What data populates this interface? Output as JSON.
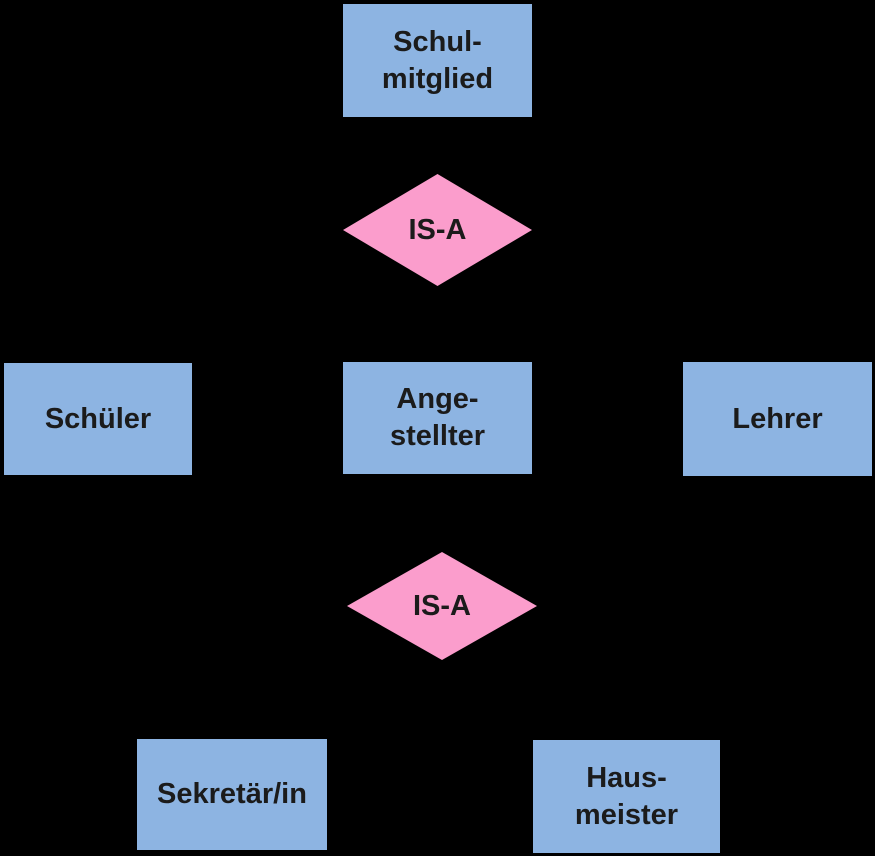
{
  "colors": {
    "background": "#000000",
    "entity_fill": "#8DB4E2",
    "relationship_fill": "#FB9DCC",
    "text": "#1B1B1B"
  },
  "nodes": {
    "schulmitglied": {
      "type": "entity",
      "lines": [
        "Schul-",
        "mitglied"
      ]
    },
    "isa_top": {
      "type": "relationship",
      "label": "IS-A"
    },
    "schueler": {
      "type": "entity",
      "label": "Schüler"
    },
    "angestellter": {
      "type": "entity",
      "lines": [
        "Ange-",
        "stellter"
      ]
    },
    "lehrer": {
      "type": "entity",
      "label": "Lehrer"
    },
    "isa_bottom": {
      "type": "relationship",
      "label": "IS-A"
    },
    "sekretaerin": {
      "type": "entity",
      "label": "Sekretär/in"
    },
    "hausmeister": {
      "type": "entity",
      "lines": [
        "Haus-",
        "meister"
      ]
    }
  }
}
